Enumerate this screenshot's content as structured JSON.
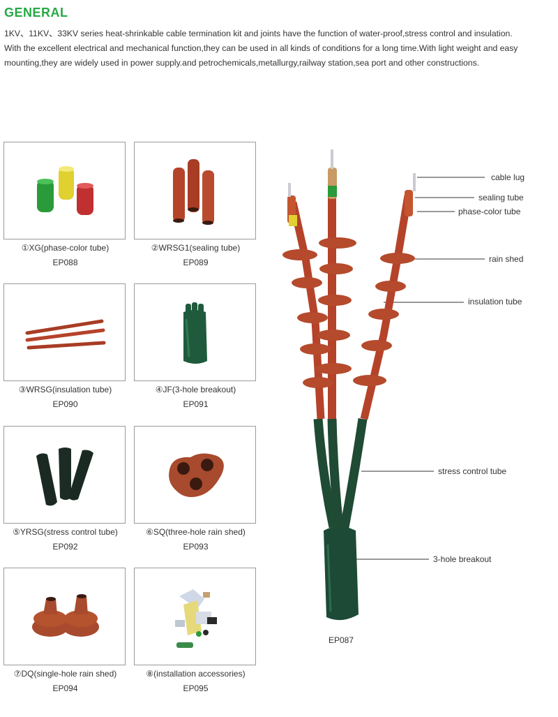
{
  "header": {
    "title": "GENERAL",
    "description_lines": [
      "1KV、11KV、33KV series heat-shrinkable cable termination kit and joints have the function of water-proof,stress control and insulation.",
      "With the excellent electrical and mechanical function,they can be used in all kinds of conditions for a long time.With light weight and easy",
      "mounting,they are widely used in power supply.and petrochemicals,metallurgy,railway station,sea port and other constructions."
    ]
  },
  "products": [
    {
      "caption": "①XG(phase-color tube)",
      "code": "EP088"
    },
    {
      "caption": "②WRSG1(sealing tube)",
      "code": "EP089"
    },
    {
      "caption": "③WRSG(insulation tube)",
      "code": "EP090"
    },
    {
      "caption": "④JF(3-hole breakout)",
      "code": "EP091"
    },
    {
      "caption": "⑤YRSG(stress control tube)",
      "code": "EP092"
    },
    {
      "caption": "⑥SQ(three-hole rain shed)",
      "code": "EP093"
    },
    {
      "caption": "⑦DQ(single-hole rain shed)",
      "code": "EP094"
    },
    {
      "caption": "⑧(installation accessories)",
      "code": "EP095"
    }
  ],
  "diagram": {
    "code": "EP087",
    "callouts": {
      "cable_lug": "cable lug",
      "sealing_tube": "sealing tube",
      "phase_color_tube": "phase-color tube",
      "rain_shed": "rain shed",
      "insulation_tube": "insulation tube",
      "stress_control_tube": "stress control tube",
      "three_hole_breakout": "3-hole breakout"
    }
  },
  "colors": {
    "title_green": "#27a845",
    "rubber_red": "#b5432a",
    "dark_green": "#1f5a3c",
    "phase_yellow": "#e0d030",
    "phase_green": "#2a9a3a",
    "phase_red": "#c03030"
  }
}
